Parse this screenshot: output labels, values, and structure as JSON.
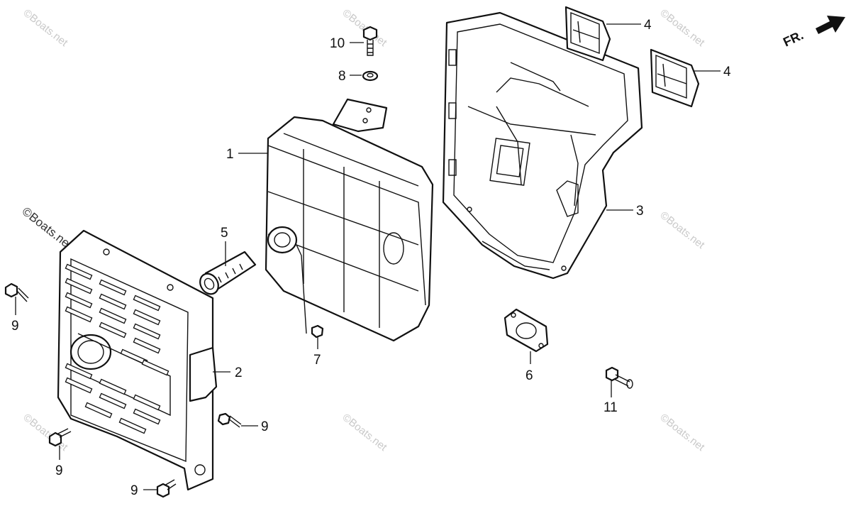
{
  "watermark": "©Boats.net",
  "direction_label": "FR.",
  "callouts": {
    "c1": "1",
    "c2": "2",
    "c3": "3",
    "c4a": "4",
    "c4b": "4",
    "c5": "5",
    "c6": "6",
    "c7": "7",
    "c8": "8",
    "c9a": "9",
    "c9b": "9",
    "c9c": "9",
    "c9d": "9",
    "c10": "10",
    "c11": "11"
  }
}
